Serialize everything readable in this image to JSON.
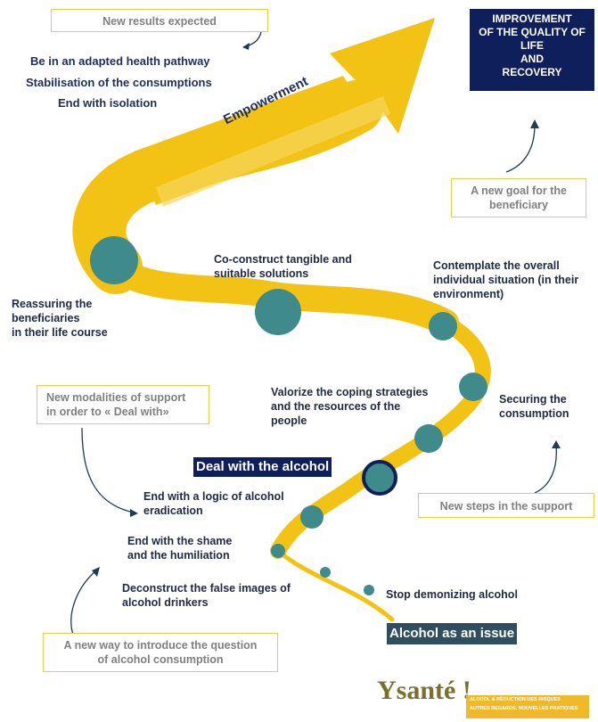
{
  "goal_box": {
    "lines": [
      "IMPROVEMENT",
      "OF THE QUALITY OF",
      "LIFE",
      "AND",
      "RECOVERY"
    ]
  },
  "new_results_box": "New results expected",
  "results": [
    "Be in an adapted health pathway",
    "Stabilisation of the consumptions",
    "End with isolation"
  ],
  "empowerment": "Empowerment",
  "new_goal_box": [
    "A new goal for the",
    "beneficiary"
  ],
  "steps": {
    "co_construct": [
      "Co-construct tangible and",
      "suitable solutions"
    ],
    "contemplate": [
      "Contemplate the overall",
      "individual situation (in their",
      "environment)"
    ],
    "reassuring": [
      "Reassuring the",
      "beneficiaries",
      "in their life course"
    ],
    "valorize": [
      "Valorize the coping strategies",
      "and the resources of the",
      "people"
    ],
    "securing": [
      "Securing the",
      "consumption"
    ],
    "end_eradication": [
      "End with a logic of alcohol",
      "eradication"
    ],
    "end_shame": [
      "End with the shame",
      "and the humiliation"
    ],
    "deconstruct": [
      "Deconstruct the false images of",
      "alcohol drinkers"
    ],
    "stop_demonizing": "Stop demonizing alcohol"
  },
  "modalities_box": [
    "New modalities of support",
    "in order to « Deal with»"
  ],
  "deal_with": "Deal with the alcohol",
  "new_steps_box": "New steps in the support",
  "new_way_box": [
    "A new way to introduce the question",
    "of alcohol consumption"
  ],
  "alcohol_issue": "Alcohol as an issue",
  "logo": {
    "brand": "Ysanté !",
    "line1": "ALCOOL & RÉDUCTION DES RISQUES",
    "line2": "AUTRES REGARDS, NOUVELLES PRATIQUES"
  },
  "colors": {
    "ribbon": "#f2c314",
    "node": "#3f8a8a",
    "navy": "#0f1f5c",
    "box_border": "#f2c84b",
    "tag_bg": "#2f4f5f"
  }
}
